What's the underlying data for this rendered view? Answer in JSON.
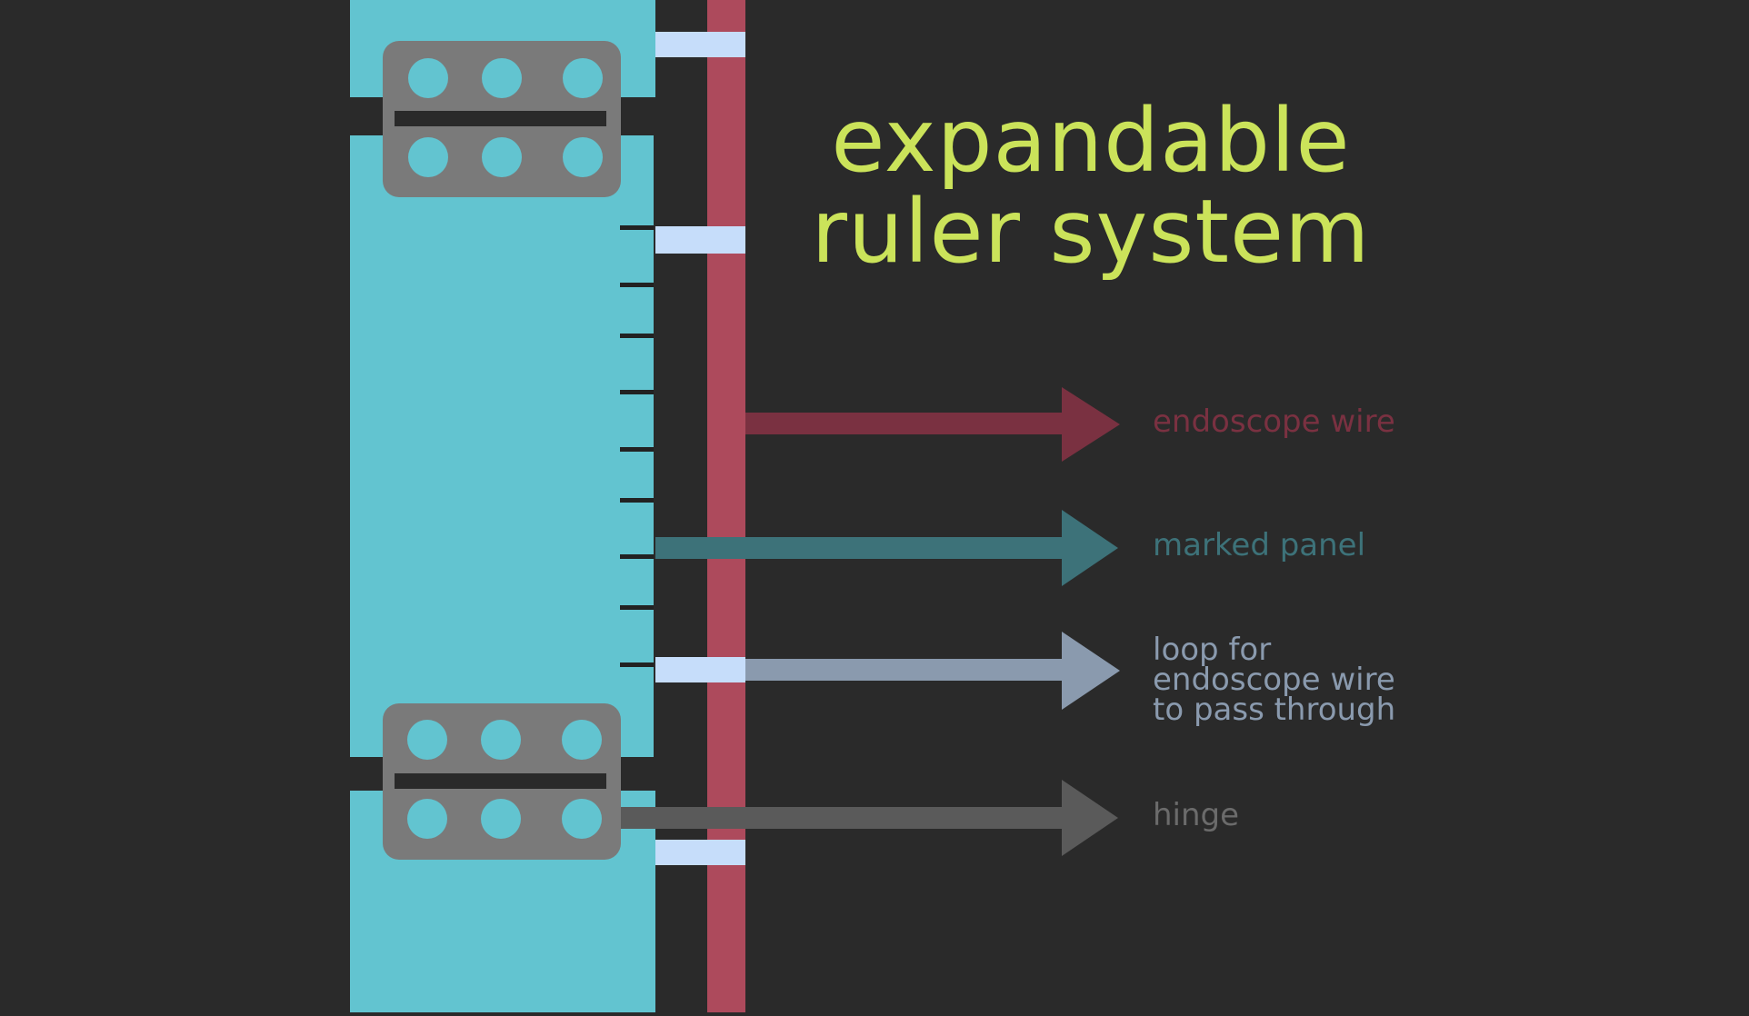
{
  "title": {
    "line1": "expandable",
    "line2": "ruler system",
    "color": "#cbe35a"
  },
  "labels": {
    "endoscope_wire": {
      "text": "endoscope wire",
      "color": "#7a3141"
    },
    "marked_panel": {
      "text": "marked panel",
      "color": "#3d7279"
    },
    "loop": {
      "line1": "loop for",
      "line2": "endoscope wire",
      "line3": "to pass through",
      "color": "#8a9aae"
    },
    "hinge": {
      "text": "hinge",
      "color": "#6b6b6b"
    }
  },
  "colors": {
    "background": "#2a2a2a",
    "panel": "#62c4d0",
    "wire": "#ad4a5c",
    "loop": "#c6ddfa",
    "hinge": "#7a7a7a",
    "hinge_slot": "#2a2a2a",
    "tick": "#222222"
  }
}
